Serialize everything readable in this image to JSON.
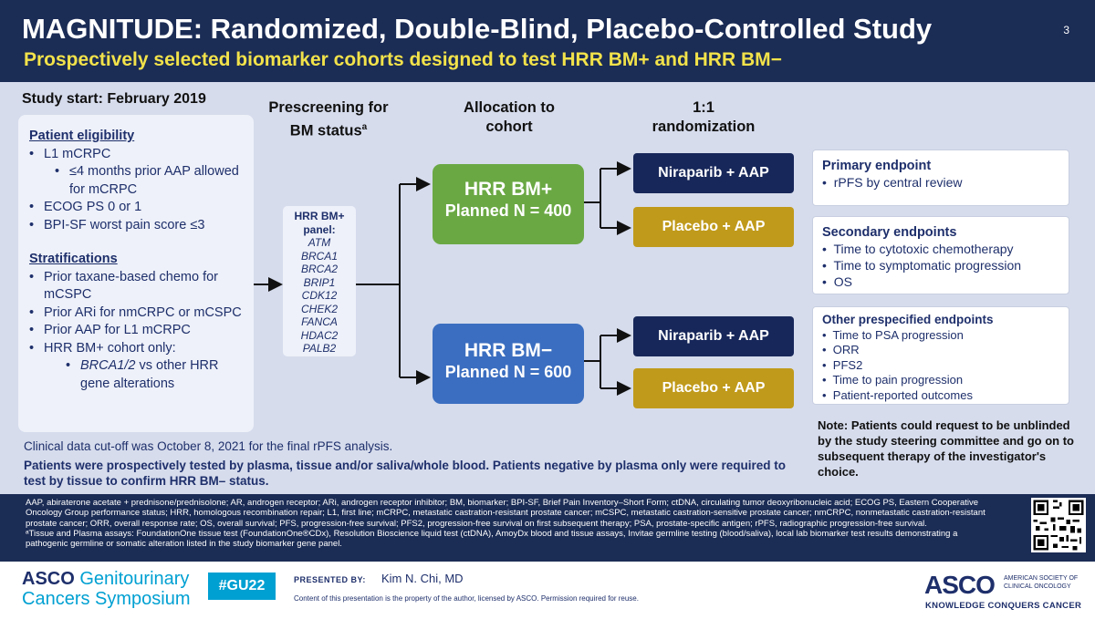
{
  "header": {
    "title": "MAGNITUDE: Randomized, Double-Blind, Placebo-Controlled Study",
    "slide_number": "3",
    "subtitle": "Prospectively selected biomarker cohorts designed to test HRR BM+ and HRR BM−"
  },
  "study_start": "Study start: February 2019",
  "eligibility": {
    "heading": "Patient eligibility",
    "items": [
      {
        "bullet": "•",
        "text": "L1 mCRPC"
      },
      {
        "bullet": "•",
        "text": "≤4 months prior AAP allowed for mCRPC"
      },
      {
        "bullet": "•",
        "text": "ECOG PS 0 or 1"
      },
      {
        "bullet": "•",
        "text": "BPI-SF worst pain score ≤3"
      }
    ],
    "strat_heading": "Stratifications",
    "strat_items": [
      {
        "bullet": "•",
        "text": "Prior taxane-based chemo for mCSPC"
      },
      {
        "bullet": "•",
        "text": "Prior ARi for nmCRPC or mCSPC"
      },
      {
        "bullet": "•",
        "text": "Prior AAP for L1 mCRPC"
      },
      {
        "bullet": "•",
        "text": "HRR BM+ cohort only:"
      }
    ],
    "strat_sub": {
      "bullet": "•",
      "italic": "BRCA1/2",
      "text": " vs other HRR gene alterations"
    }
  },
  "columns": {
    "prescreen": "Prescreening for BM status",
    "prescreen_sup": "a",
    "allocation": "Allocation to cohort",
    "randomization": "1:1 randomization"
  },
  "panel": {
    "title": "HRR BM+ panel:",
    "genes": [
      "ATM",
      "BRCA1",
      "BRCA2",
      "BRIP1",
      "CDK12",
      "CHEK2",
      "FANCA",
      "HDAC2",
      "PALB2"
    ]
  },
  "cohorts": [
    {
      "name": "HRR BM+",
      "planned": "Planned N = 400"
    },
    {
      "name": "HRR BM−",
      "planned": "Planned N = 600"
    }
  ],
  "arms": {
    "niraparib": "Niraparib + AAP",
    "placebo": "Placebo + AAP"
  },
  "endpoints": {
    "primary_heading": "Primary endpoint",
    "primary": [
      "rPFS by central review"
    ],
    "secondary_heading": "Secondary endpoints",
    "secondary": [
      "Time to cytotoxic chemotherapy",
      "Time to symptomatic progression",
      "OS"
    ],
    "other_heading": "Other prespecified endpoints",
    "other": [
      "Time to PSA progression",
      "ORR",
      "PFS2",
      "Time to pain progression",
      "Patient-reported outcomes"
    ]
  },
  "note": "Note: Patients could request to be unblinded by the study steering committee and go on to subsequent therapy of the investigator's choice.",
  "cutoff": "Clinical data cut-off was October 8, 2021 for the final rPFS analysis.",
  "prospective": "Patients were prospectively tested by plasma, tissue and/or saliva/whole blood. Patients negative by plasma only were required to test by tissue to confirm HRR BM– status.",
  "abbreviations": "AAP, abiraterone acetate + prednisone/prednisolone; AR, androgen receptor; ARi, androgen receptor inhibitor; BM, biomarker; BPI-SF, Brief Pain Inventory–Short Form; ctDNA, circulating tumor deoxyribonucleic acid; ECOG PS, Eastern Cooperative Oncology Group performance status; HRR, homologous recombination repair; L1, first line; mCRPC, metastatic castration-resistant prostate cancer; mCSPC, metastatic castration-sensitive prostate cancer; nmCRPC, nonmetastatic castration-resistant prostate cancer; ORR, overall response rate; OS, overall survival; PFS, progression-free survival; PFS2, progression-free survival on first subsequent therapy; PSA, prostate-specific antigen; rPFS, radiographic progression-free survival.",
  "footnote": "ᵃTissue and Plasma assays: FoundationOne tissue test (FoundationOne®CDx), Resolution Bioscience liquid test (ctDNA), AmoyDx blood and tissue assays, Invitae germline testing (blood/saliva), local lab biomarker test results demonstrating a pathogenic germline or somatic alteration listed in the study biomarker gene panel.",
  "footer": {
    "asco_gu_1": "ASCO",
    "asco_gu_2": " Genitourinary",
    "asco_gu_3": "Cancers Symposium",
    "hashtag": "#GU22",
    "presented_by": "PRESENTED BY:",
    "presenter": "Kim N. Chi, MD",
    "copyright": "Content of this presentation is the property of the author, licensed by ASCO. Permission required for reuse.",
    "logo": "ASCO",
    "logo_small": "AMERICAN SOCIETY OF CLINICAL ONCOLOGY",
    "logo_tagline": "KNOWLEDGE CONQUERS CANCER"
  },
  "colors": {
    "navy": "#1b2c55",
    "gold_text": "#f2e24a",
    "green_cohort": "#6aa843",
    "blue_cohort": "#3b6ec0",
    "niraparib_box": "#17275a",
    "placebo_box": "#c09a1b",
    "body_bg": "#d6dcec"
  }
}
